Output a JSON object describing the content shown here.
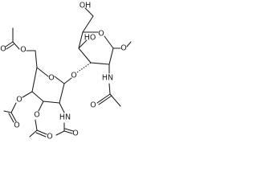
{
  "structure": {
    "atom_labels": {
      "ring1_oxygen": "O",
      "ring2_oxygen": "O",
      "glycosidic_oxygen": "O",
      "methoxy_oxygen": "O",
      "hydroxymethyl_oh": "OH",
      "ring1_hydroxyl": "HO",
      "ring1_amide_nh": "HN",
      "ring1_amide_carbonyl_o": "O",
      "ring2_amide_nh": "HN",
      "ring2_amide_carbonyl_o": "O",
      "acetate6_ester_o": "O",
      "acetate6_carbonyl_o": "O",
      "acetate4_ester_o": "O",
      "acetate4_carbonyl_o": "O",
      "acetate3_ester_o": "O",
      "acetate3_carbonyl_o": "O"
    },
    "colors": {
      "ink": "#1a1a1a",
      "background": "#ffffff"
    }
  }
}
